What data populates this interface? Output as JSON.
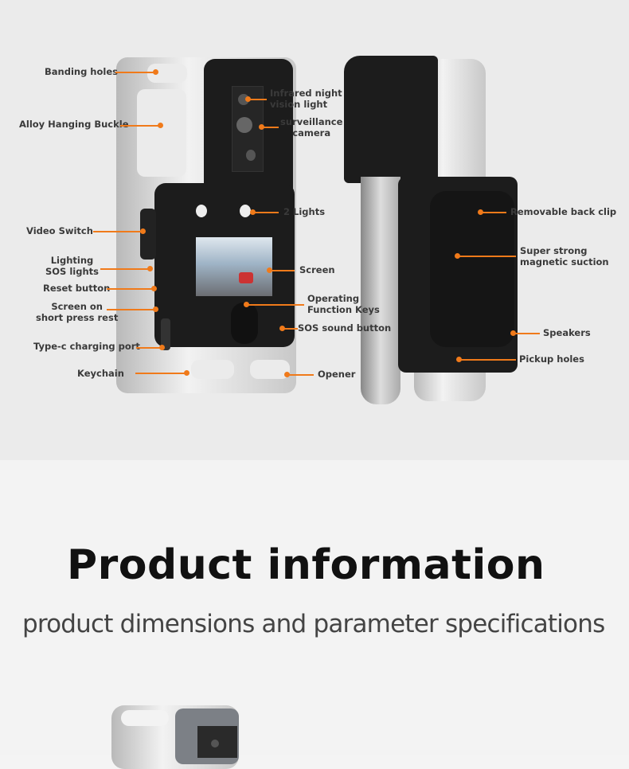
{
  "front_labels": {
    "banding_holes": "Banding holes",
    "alloy_buckle": "Alloy Hanging Buckle",
    "infrared": "Infrared night\nvision light",
    "camera": "surveillance\ncamera",
    "lights": "2 Lights",
    "video_switch": "Video Switch",
    "lighting_sos": "Lighting\nSOS lights",
    "screen": "Screen",
    "reset": "Reset button",
    "screen_on": "Screen on\nshort press rest",
    "function_keys": "Operating\nFunction Keys",
    "sos_sound": "SOS sound button",
    "typec": "Type-c charging port",
    "keychain": "Keychain",
    "opener": "Opener"
  },
  "back_labels": {
    "back_clip": "Removable back clip",
    "magnetic": "Super strong\nmagnetic suction",
    "speakers": "Speakers",
    "pickup": "Pickup holes"
  },
  "section": {
    "title": "Product information",
    "subtitle": "product dimensions and parameter specifications"
  },
  "colors": {
    "accent": "#f07a1a"
  }
}
